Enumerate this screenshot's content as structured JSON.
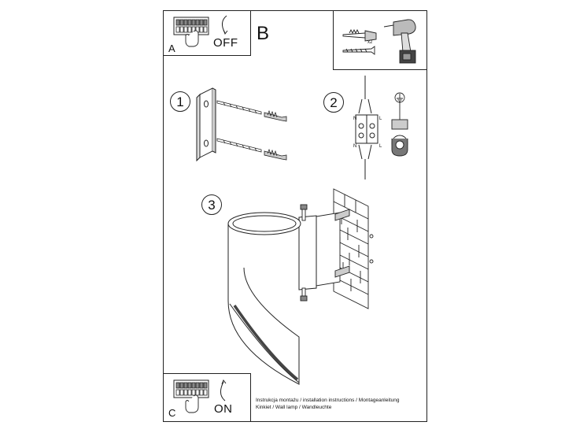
{
  "box_a": {
    "letter": "A",
    "state": "OFF"
  },
  "box_b": {
    "letter": "B",
    "plug_count": "x2"
  },
  "box_c": {
    "letter": "C",
    "state": "ON"
  },
  "steps": [
    "1",
    "2",
    "3"
  ],
  "terminal_labels": {
    "top_left": "N",
    "top_right": "L",
    "bottom_left": "N",
    "bottom_right": "L"
  },
  "captions": [
    "Instrukcja montażu / installation instructions / Montageanleitung",
    "Kinkiet / Wall lamp / Wandleuchte"
  ]
}
